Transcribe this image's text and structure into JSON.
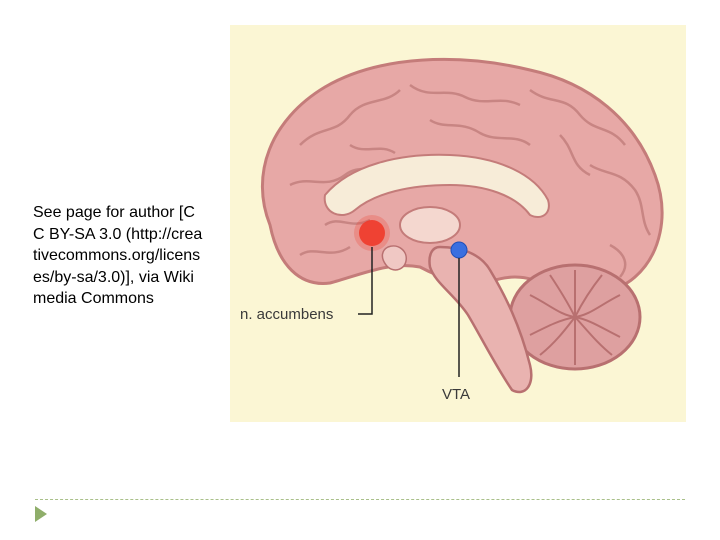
{
  "caption": {
    "text": "See page for author [CC BY-SA 3.0 (http://creativecommons.org/licenses/by-sa/3.0)], via Wikimedia Commons"
  },
  "figure": {
    "labels": {
      "accumbens": "n. accumbens",
      "vta": "VTA"
    },
    "colors": {
      "background": "#fbf6d4",
      "brain": "#e4a3a3",
      "accumbens_dot": "#f03a2a",
      "vta_dot": "#3a6fe0"
    }
  }
}
